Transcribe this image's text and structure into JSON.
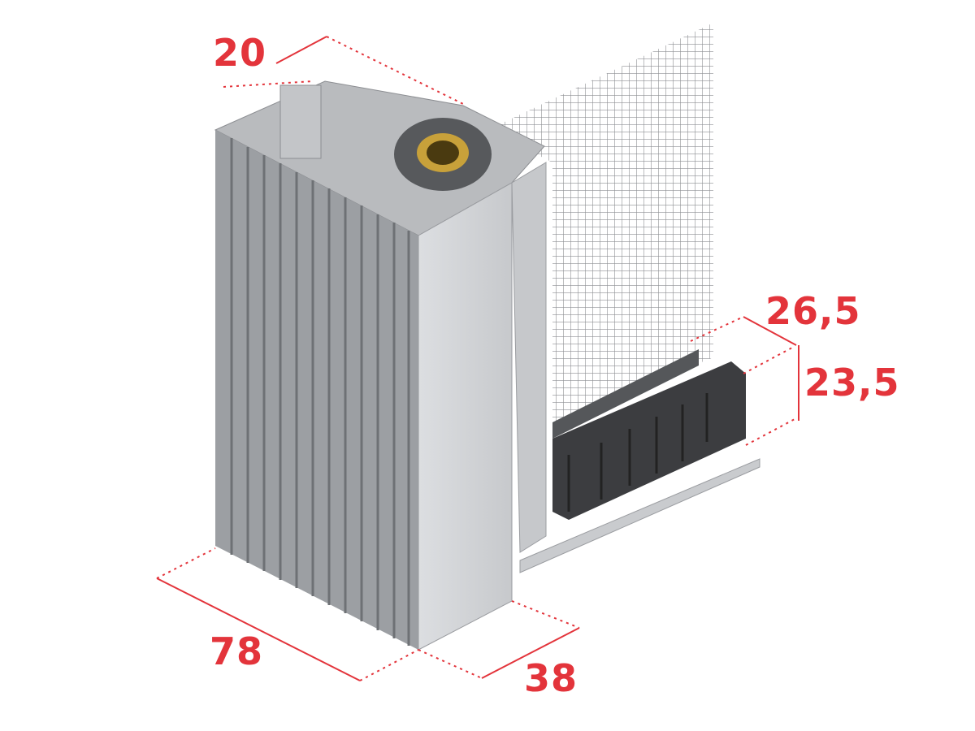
{
  "dimensions": {
    "top_width": "20",
    "brush_depth": "26,5",
    "brush_height": "23,5",
    "profile_depth": "78",
    "profile_width": "38"
  },
  "colors": {
    "dimension": "#e3343b",
    "profile": "#a9acb0",
    "profile_light": "#d4d6d9",
    "brush": "#3c3d40"
  }
}
